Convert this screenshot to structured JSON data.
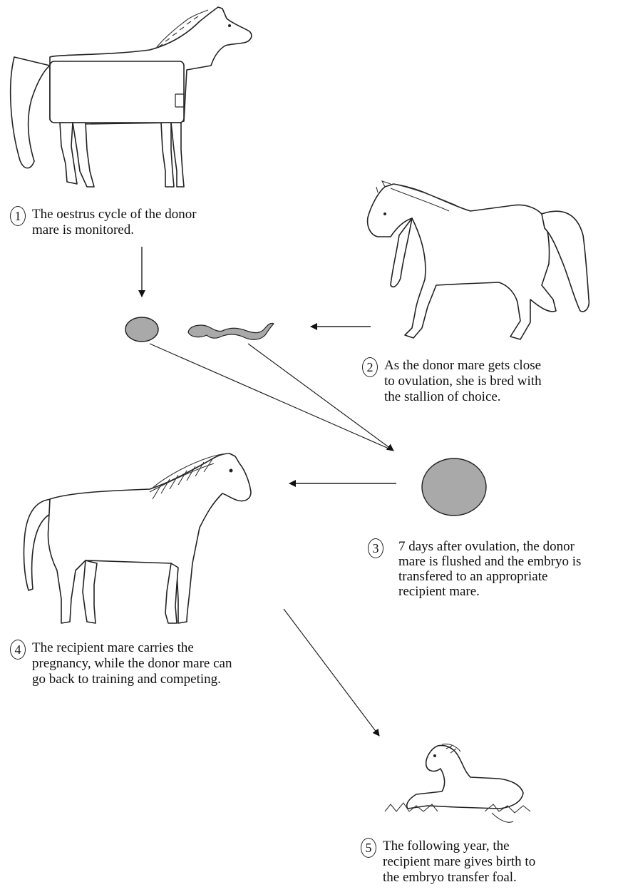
{
  "steps": [
    {
      "number": "1",
      "text_line1": "The oestrus cycle of the donor",
      "text_line2": "mare is monitored."
    },
    {
      "number": "2",
      "text_line1": "As the donor mare gets close",
      "text_line2": "to ovulation, she is bred with",
      "text_line3": "the stallion of choice."
    },
    {
      "number": "3",
      "text_line1": "7 days after ovulation, the donor",
      "text_line2": "mare is flushed and the embryo is",
      "text_line3": "transfered to an appropriate",
      "text_line4": "recipient mare."
    },
    {
      "number": "4",
      "text_line1": "The recipient mare carries the",
      "text_line2": "pregnancy, while the donor mare can",
      "text_line3": "go back to training and competing."
    },
    {
      "number": "5",
      "text_line1": "The following year, the",
      "text_line2": "recipient mare gives birth to",
      "text_line3": "the embryo transfer foal."
    }
  ],
  "colors": {
    "egg_fill": "#a9a9a9",
    "stroke": "#222222"
  }
}
